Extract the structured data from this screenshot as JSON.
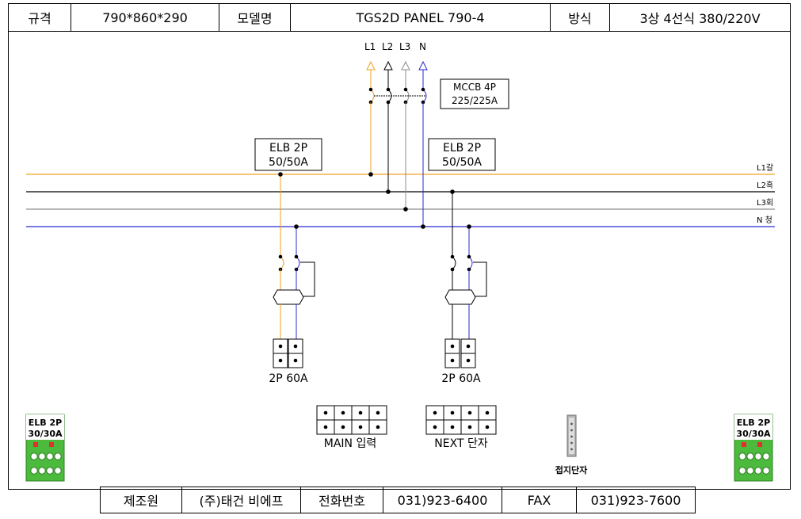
{
  "header": {
    "spec_label": "규격",
    "spec_value": "790*860*290",
    "model_label": "모델명",
    "model_value": "TGS2D PANEL 790-4",
    "method_label": "방식",
    "method_value": "3상 4선식 380/220V"
  },
  "diagram": {
    "incoming_terminals": [
      "L1",
      "L2",
      "L3",
      "N"
    ],
    "main_breaker": {
      "line1": "MCCB 4P",
      "line2": "225/225A"
    },
    "branch_left": {
      "line1": "ELB 2P",
      "line2": "50/50A"
    },
    "branch_right": {
      "line1": "ELB 2P",
      "line2": "50/50A"
    },
    "bus_labels": [
      "L1갈",
      "L2흑",
      "L3회",
      "N 청"
    ],
    "outlet_left_label": "2P 60A",
    "outlet_right_label": "2P 60A",
    "main_input_label": "MAIN 입력",
    "next_terminal_label": "NEXT 단자",
    "ground_terminal_label": "접지단자",
    "elb_module_left": {
      "line1": "ELB 2P",
      "line2": "30/30A"
    },
    "elb_module_right": {
      "line1": "ELB 2P",
      "line2": "30/30A"
    },
    "colors": {
      "l1": "#f0a020",
      "l2": "#000000",
      "l3": "#8c8c8c",
      "n": "#2a2ad0",
      "module": "#4cba3c"
    }
  },
  "footer": {
    "maker_label": "제조원",
    "maker_value": "(주)태건 비에프",
    "phone_label": "전화번호",
    "phone_value": "031)923-6400",
    "fax_label": "FAX",
    "fax_value": "031)923-7600"
  }
}
